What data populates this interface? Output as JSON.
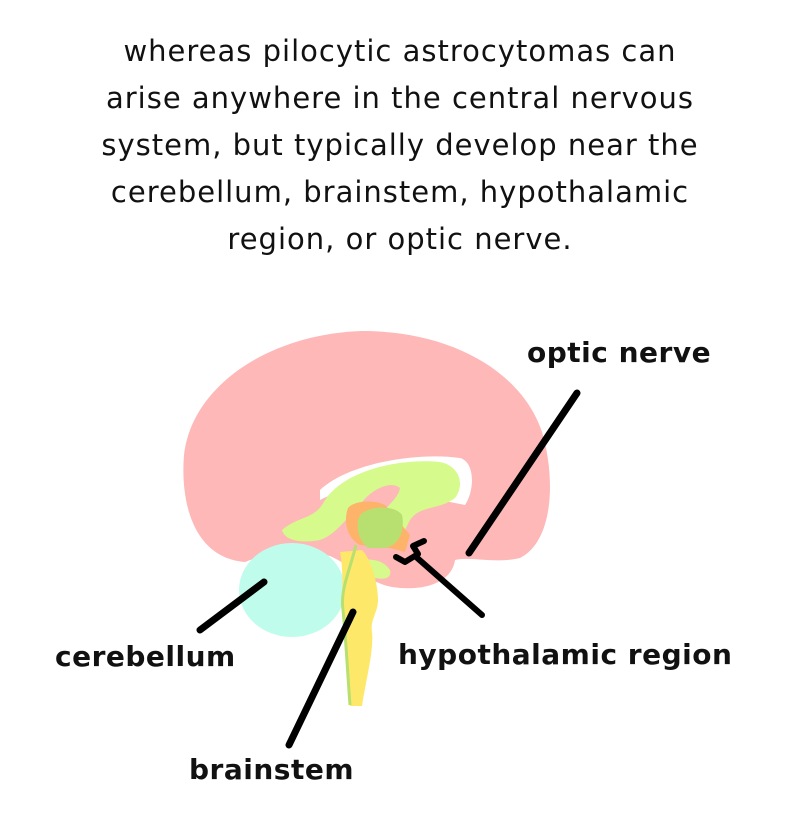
{
  "caption": {
    "lines": [
      "whereas pilocytic astrocytomas can",
      "arise anywhere in the central nervous",
      "system, but typically develop near the",
      "cerebellum, brainstem, hypothalamic",
      "region, or optic nerve."
    ]
  },
  "labels": {
    "optic_nerve": "optic nerve",
    "cerebellum": "cerebellum",
    "hypothalamic_region": "hypothalamic region",
    "brainstem": "brainstem"
  },
  "colors": {
    "cerebrum": "#fdb8b7",
    "limbic": "#d6fa8c",
    "thalamus": "#b8e070",
    "orange": "#fdb36a",
    "brainstem": "#fee86a",
    "cerebellum": "#c0fcec",
    "line": "#000000"
  }
}
